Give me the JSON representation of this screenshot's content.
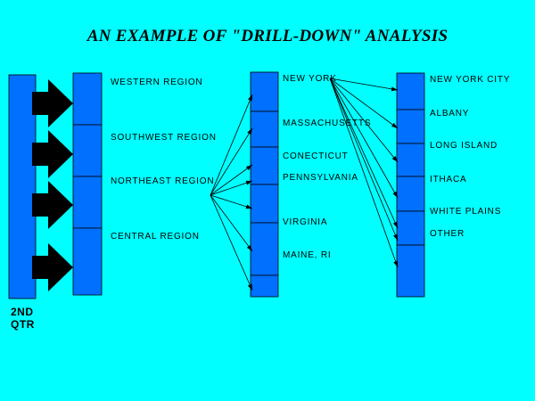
{
  "title": "AN EXAMPLE OF \"DRILL-DOWN\" ANALYSIS",
  "quarter_label_line1": "2ND",
  "quarter_label_line2": "QTR",
  "regions": [
    "WESTERN REGION",
    "SOUTHWEST REGION",
    "NORTHEAST REGION",
    "CENTRAL REGION"
  ],
  "states": [
    "NEW YORK",
    "MASSACHUSETTS",
    "CONECTICUT",
    "PENNSYLVANIA",
    "VIRGINIA",
    "MAINE, RI"
  ],
  "cities": [
    "NEW YORK CITY",
    "ALBANY",
    "LONG ISLAND",
    "ITHACA",
    "WHITE PLAINS",
    "OTHER"
  ],
  "colors": {
    "background": "#00FFFF",
    "box_fill": "#0070FF",
    "box_stroke": "#000000",
    "arrow": "#000000"
  }
}
